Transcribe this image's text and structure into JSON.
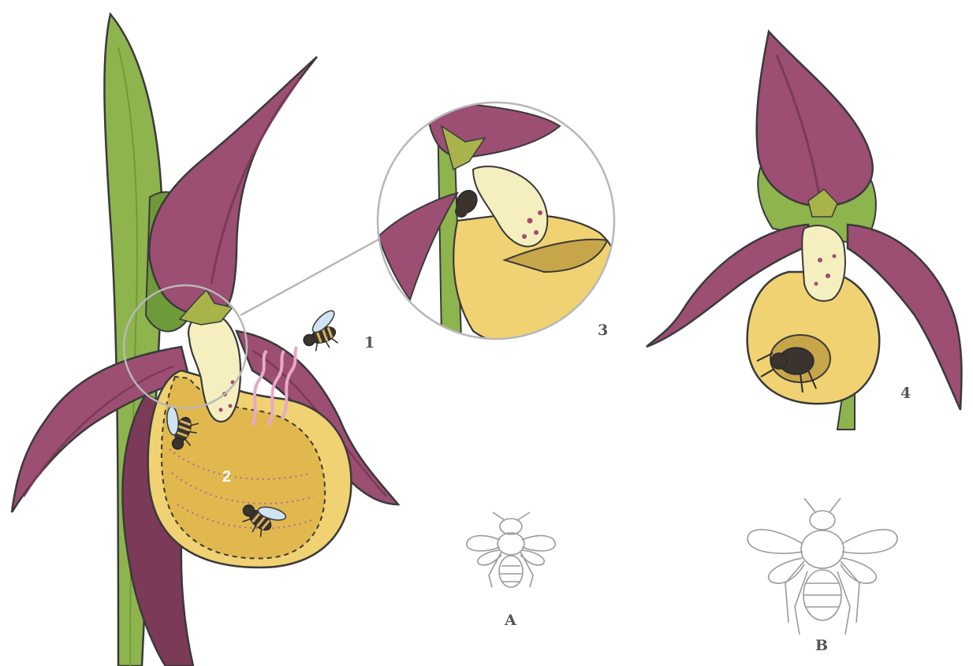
{
  "labels": {
    "step1": "1",
    "step2": "2",
    "step3": "3",
    "step4": "4",
    "beeA": "A",
    "beeB": "B"
  },
  "colors": {
    "petal": "#9c4f72",
    "petal_dark": "#7b3a58",
    "leaf": "#8eb44e",
    "leaf_dark": "#6f9a3a",
    "pouch": "#f0d272",
    "pouch_inner": "#e0b84e",
    "column": "#f5efc0",
    "spot": "#a44a6e",
    "outline": "#3a3a3a",
    "bee_body": "#3a332e",
    "bee_stripe": "#d8b25a",
    "wing": "#cfe3f2",
    "zoom_circle": "#b8b8b8",
    "sketch": "#9a9a9a",
    "scent": "#e7a9c9"
  }
}
